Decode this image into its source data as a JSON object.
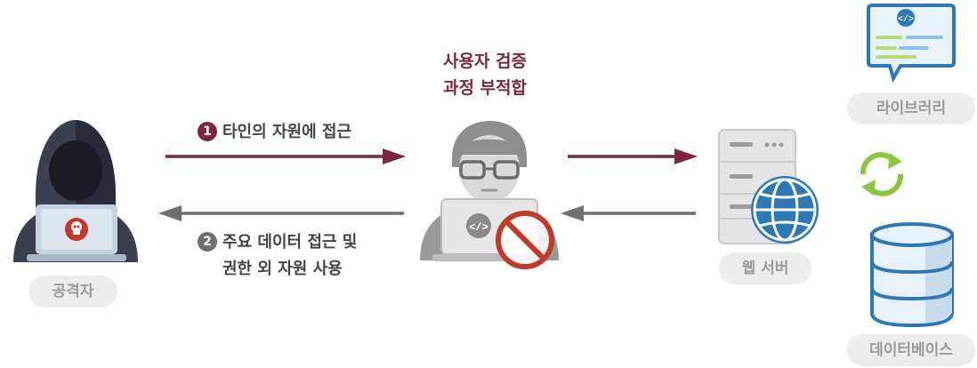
{
  "attacker": {
    "label": "공격자"
  },
  "step1": {
    "number": "1",
    "text": "타인의 자원에 접근"
  },
  "step2": {
    "number": "2",
    "line1": "주요 데이터 접근 및",
    "line2": "권한 외 자원 사용"
  },
  "verification": {
    "line1": "사용자 검증",
    "line2": "과정 부적합"
  },
  "webserver": {
    "label": "웹 서버"
  },
  "library": {
    "label": "라이브러리"
  },
  "database": {
    "label": "데이터베이스"
  },
  "colors": {
    "accent": "#7a2644",
    "gray_arrow": "#6f6f6f",
    "blue": "#2e78b7",
    "red_prohibit": "#c0392b",
    "green_sync": "#8cc63f"
  }
}
